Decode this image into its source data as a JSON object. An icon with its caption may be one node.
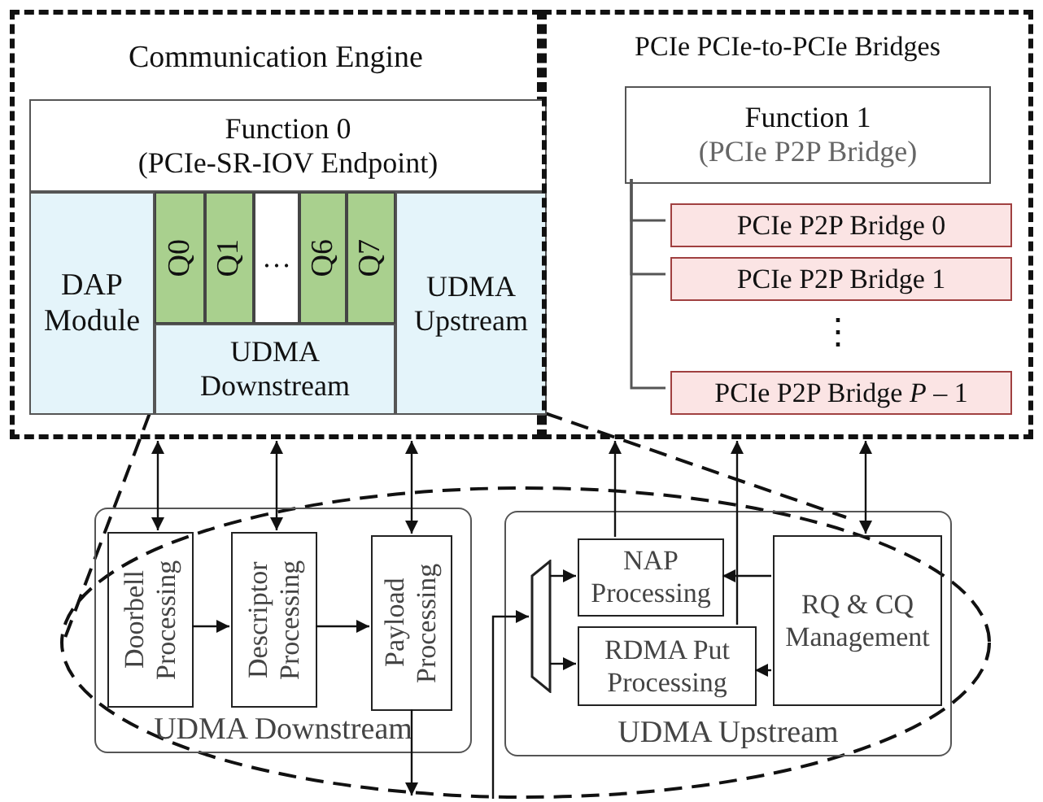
{
  "diagram": {
    "nodes": [
      {
        "text": [
          "Communication Engine"
        ]
      },
      {
        "text": [
          "Function 0",
          "(PCIe-SR-IOV Endpoint)"
        ],
        "in": 0
      },
      {
        "text": [
          "DAP Module"
        ],
        "in": 0
      },
      {
        "text": [
          "Q0"
        ],
        "in": 0
      },
      {
        "text": [
          "Q1"
        ],
        "in": 0
      },
      {
        "text": [
          "…"
        ],
        "in": 0
      },
      {
        "text": [
          "Q6"
        ],
        "in": 0
      },
      {
        "text": [
          "Q7"
        ],
        "in": 0
      },
      {
        "text": [
          "UDMA Downstream"
        ],
        "in": 0
      },
      {
        "text": [
          "UDMA Upstream"
        ],
        "in": 0
      },
      {
        "text": [
          "PCIe PCIe-to-PCIe Bridges"
        ]
      },
      {
        "text": [
          "Function 1",
          "(PCIe P2P Bridge)"
        ],
        "in": 10
      },
      {
        "text": [
          "PCIe P2P Bridge 0"
        ],
        "in": 10
      },
      {
        "text": [
          "PCIe P2P Bridge 1"
        ],
        "in": 10
      },
      {
        "text": [
          "PCIe P2P Bridge *P* – 1"
        ],
        "in": 10
      },
      {
        "text": [
          "UDMA Downstream"
        ]
      },
      {
        "text": [
          "Doorbell Processing"
        ],
        "in": 15
      },
      {
        "text": [
          "Descriptor Processing"
        ],
        "in": 15
      },
      {
        "text": [
          "Payload Processing"
        ],
        "in": 15
      },
      {
        "text": [
          "UDMA Upstream"
        ]
      },
      {
        "text": [],
        "shape": "trapezoid",
        "in": 19
      },
      {
        "text": [
          "NAP Processing"
        ],
        "in": 19
      },
      {
        "text": [
          "RDMA Put Processing"
        ],
        "in": 19
      },
      {
        "text": [
          "RQ & CQ Management"
        ],
        "in": 19
      }
    ],
    "edges": [
      {
        "from": 16,
        "to": 17,
        "arrow": "to"
      },
      {
        "from": 17,
        "to": 18,
        "arrow": "to"
      },
      {
        "from": 0,
        "to": 16,
        "arrow": "both"
      },
      {
        "from": 0,
        "to": 17,
        "arrow": "both"
      },
      {
        "from": 0,
        "to": 18,
        "arrow": "both"
      },
      {
        "from": 18,
        "to": null,
        "arrow": "to"
      },
      {
        "from": null,
        "to": 20,
        "arrow": "to"
      },
      {
        "from": 20,
        "to": 21,
        "arrow": "to"
      },
      {
        "from": 20,
        "to": 22,
        "arrow": "to"
      },
      {
        "from": 23,
        "to": 21,
        "arrow": "to"
      },
      {
        "from": 23,
        "to": 22,
        "arrow": "to"
      },
      {
        "from": 21,
        "to": 10,
        "arrow": "to"
      },
      {
        "from": 22,
        "to": 10,
        "arrow": "to"
      },
      {
        "from": 10,
        "to": 23,
        "arrow": "both"
      },
      {
        "from": 11,
        "to": 12,
        "arrow": "none"
      },
      {
        "from": 11,
        "to": 13,
        "arrow": "none"
      },
      {
        "from": 11,
        "to": 14,
        "arrow": "none"
      }
    ],
    "labels": [
      "⋮"
    ]
  }
}
